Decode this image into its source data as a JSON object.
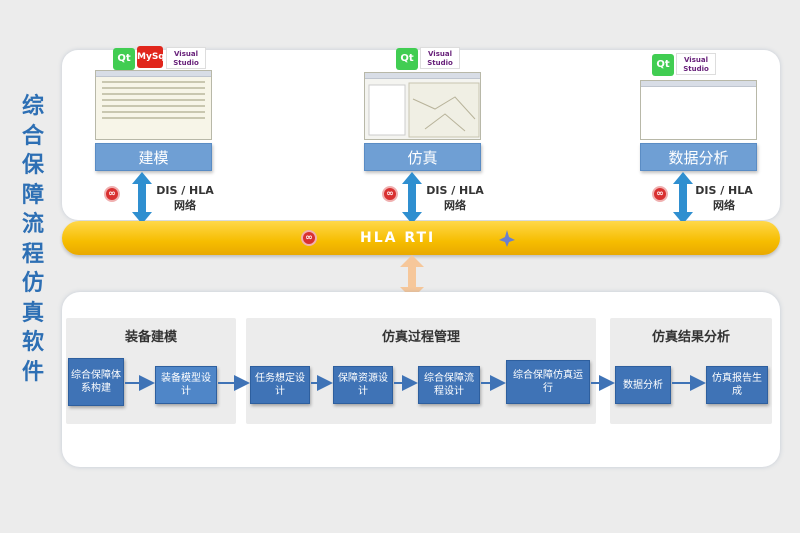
{
  "title_chars": [
    "综",
    "合",
    "保",
    "障",
    "流",
    "程",
    "仿",
    "真",
    "软",
    "件"
  ],
  "modules": [
    {
      "label": "建模",
      "logos": [
        "Qt",
        "MySql",
        "Visual Studio"
      ]
    },
    {
      "label": "仿真",
      "logos": [
        "Qt",
        "Visual Studio"
      ]
    },
    {
      "label": "数据分析",
      "logos": [
        "Qt",
        "Visual Studio"
      ]
    }
  ],
  "network_label_line1": "DIS / HLA",
  "network_label_line2": "网络",
  "bus_label": "HLA RTI",
  "sections": [
    {
      "title": "装备建模",
      "steps": [
        "综合保障体系构建",
        "装备模型设计"
      ]
    },
    {
      "title": "仿真过程管理",
      "steps": [
        "任务想定设计",
        "保障资源设计",
        "综合保障流程设计",
        "综合保障仿真运行"
      ]
    },
    {
      "title": "仿真结果分析",
      "steps": [
        "数据分析",
        "仿真报告生成"
      ]
    }
  ],
  "colors": {
    "title": "#2d6fb4",
    "module": "#6f9fd4",
    "step": "#3f73b6",
    "bus": "#f6bd00",
    "arrow": "#2f8fd0"
  }
}
